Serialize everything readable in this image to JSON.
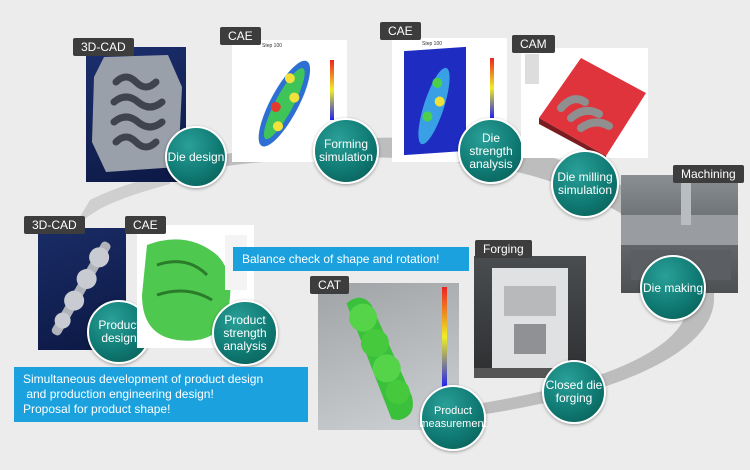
{
  "colors": {
    "accent_teal": "#0f7a73",
    "callout_blue": "#1aa1de",
    "tag_bg": "#3d3d3d"
  },
  "tags": {
    "t1": "3D-CAD",
    "t2": "CAE",
    "t3": "CAE",
    "t4": "CAM",
    "t5": "Machining",
    "t6": "3D-CAD",
    "t7": "CAE",
    "t8": "Forging",
    "t9": "CAT"
  },
  "steps": {
    "die_design": "Die design",
    "forming_simulation": "Forming simulation",
    "die_strength": "Die strength analysis",
    "die_milling": "Die milling simulation",
    "die_making": "Die making",
    "closed_die_forging": "Closed die forging",
    "product_measurement": "Product measurement",
    "product_design": "Product design",
    "product_strength": "Product strength analysis"
  },
  "callouts": {
    "balance": "Balance check of shape and rotation!",
    "proposal_l1": "Simultaneous development of product design",
    "proposal_l2": " and production engineering design!",
    "proposal_l3": "Proposal for product shape!"
  },
  "screens": {
    "forming_title": "Step 100",
    "strength_title": "Step 100"
  }
}
